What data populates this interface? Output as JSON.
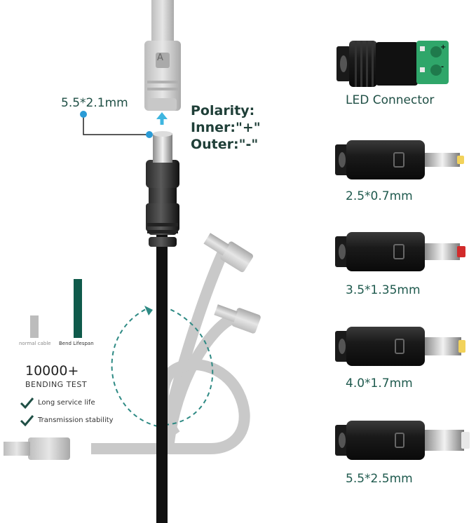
{
  "main_plug": {
    "marker": "A"
  },
  "adapters": [
    {
      "size": "2.5*0.7mm",
      "tip": "#f2d25a"
    },
    {
      "size": "3.5*1.35mm",
      "tip": "#d22b2b"
    },
    {
      "size": "4.0*1.7mm",
      "tip": "#f2d25a"
    },
    {
      "size": "5.5*2.5mm",
      "tip": "#e8e8e8"
    }
  ],
  "led_connector": {
    "label": "LED Connector",
    "terminal_signs": [
      "+",
      "-"
    ]
  },
  "polarity": {
    "title": "Polarity:",
    "inner": "Inner:\"+\"",
    "outer": "Outer:\"-\""
  },
  "dc_size": "5.5*2.1mm",
  "bending": {
    "normal_label": "normal cable",
    "lifespan_label": "Bend Lifespan",
    "count": "10000+",
    "test_label": "BENDING TEST",
    "features": [
      "Long service life",
      "Transmission stability"
    ]
  },
  "colors": {
    "accent_green": "#1f5a4e",
    "marker_blue": "#2a9bd6",
    "arrow_cyan": "#3fb6e0",
    "bar_green": "#0f5a4b",
    "bar_gray": "#bcbcbc"
  }
}
